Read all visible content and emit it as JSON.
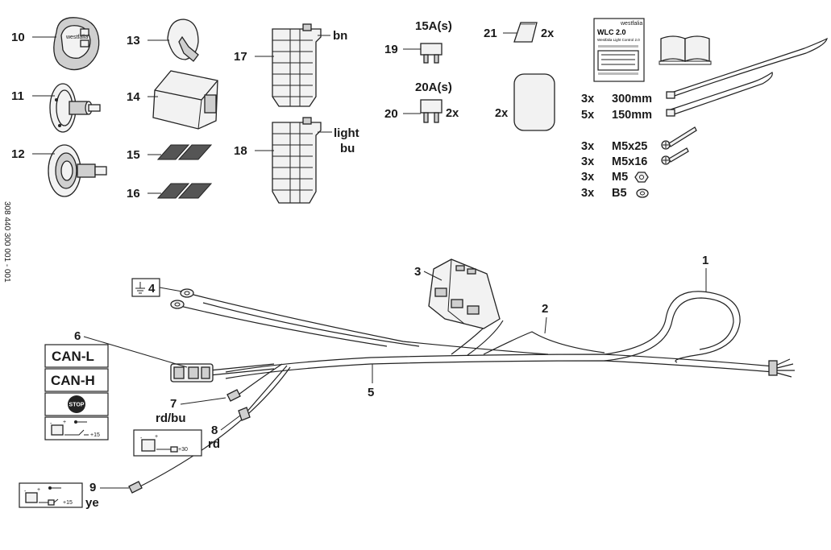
{
  "parts": {
    "p1": "1",
    "p2": "2",
    "p3": "3",
    "p4": "4",
    "p5": "5",
    "p6": "6",
    "p7": "7",
    "p8": "8",
    "p9": "9",
    "p10": "10",
    "p11": "11",
    "p12": "12",
    "p13": "13",
    "p14": "14",
    "p15": "15",
    "p16": "16",
    "p17": "17",
    "p18": "18",
    "p19": "19",
    "p20": "20",
    "p21": "21"
  },
  "colors": {
    "bn": "bn",
    "light": "light",
    "bu": "bu",
    "rd_bu": "rd/bu",
    "rd": "rd",
    "ye": "ye"
  },
  "fuses": {
    "f15": "15A(s)",
    "f20": "20A(s)"
  },
  "quantities": {
    "q2x_21": "2x",
    "q2x_20": "2x",
    "q2x_pad": "2x",
    "ties": [
      {
        "qty": "3x",
        "size": "300mm"
      },
      {
        "qty": "5x",
        "size": "150mm"
      }
    ],
    "hardware": [
      {
        "qty": "3x",
        "name": "M5x25"
      },
      {
        "qty": "3x",
        "name": "M5x16"
      },
      {
        "qty": "3x",
        "name": "M5"
      },
      {
        "qty": "3x",
        "name": "B5"
      }
    ]
  },
  "manual": {
    "title": "WLC 2.0",
    "subtitle": "Westfalia Light Control 2.0",
    "brand": "westfalia"
  },
  "signals": {
    "can_l": "CAN-L",
    "can_h": "CAN-H",
    "stop": "STOP"
  },
  "terminals": {
    "t15a": "+15",
    "t30": "+30",
    "t15b": "+15"
  },
  "side_code": "308 440 300 001 - 001"
}
